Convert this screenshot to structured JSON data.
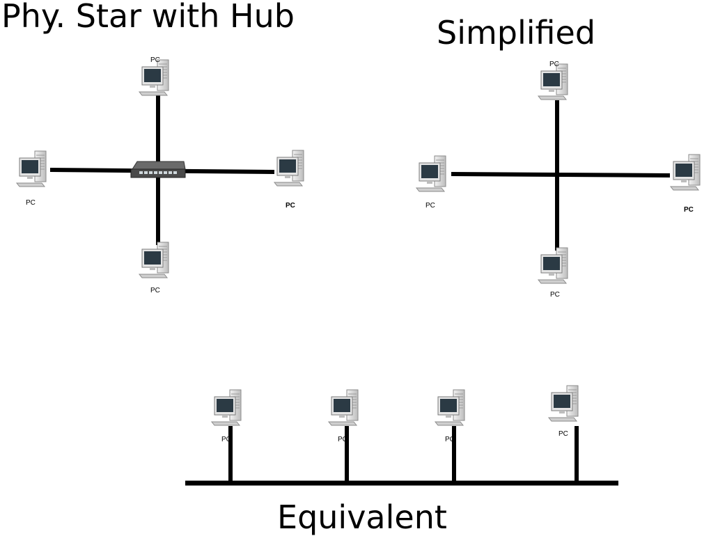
{
  "titles": {
    "hub_diagram": "Phy. Star with Hub",
    "simplified_diagram": "Simplified",
    "equivalent_diagram": "Equivalent"
  },
  "node_label": "PC",
  "diagrams": {
    "hub": {
      "center": "hub",
      "nodes": [
        "PC",
        "PC",
        "PC",
        "PC"
      ]
    },
    "simplified": {
      "nodes": [
        "PC",
        "PC",
        "PC",
        "PC"
      ]
    },
    "equivalent": {
      "type": "bus",
      "nodes": [
        "PC",
        "PC",
        "PC",
        "PC"
      ]
    }
  },
  "colors": {
    "cable": "#000000",
    "background": "#ffffff",
    "hub": "#4a4a4a",
    "monitor_screen": "#2b3a44",
    "pc_case": "#d9d9d9"
  }
}
